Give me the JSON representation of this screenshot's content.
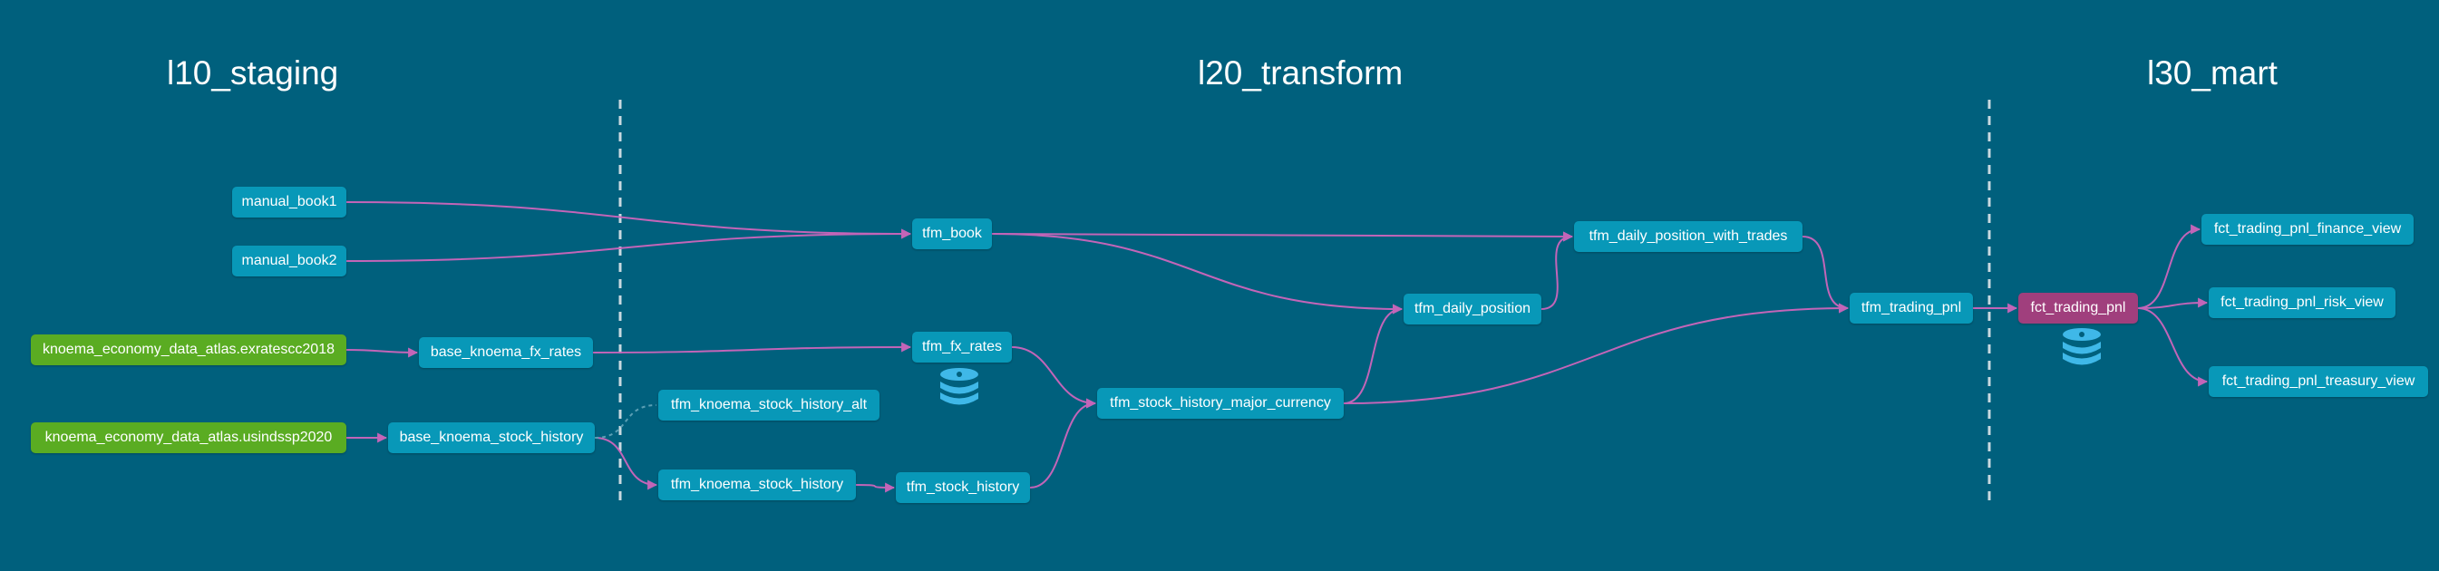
{
  "colors": {
    "background": "#00607d",
    "model_node": "#0898b8",
    "source_node": "#5aac22",
    "mart_node": "#a03f7d",
    "edge": "#c365b8",
    "divider": "#c9d9e0",
    "db_icon": "#3fb8e8",
    "text": "#ffffff"
  },
  "sections": {
    "staging": "l10_staging",
    "transform": "l20_transform",
    "mart": "l30_mart"
  },
  "nodes": {
    "manual_book1": "manual_book1",
    "manual_book2": "manual_book2",
    "exratescc2018": "knoema_economy_data_atlas.exratescc2018",
    "base_knoema_fx_rates": "base_knoema_fx_rates",
    "usindssp2020": "knoema_economy_data_atlas.usindssp2020",
    "base_knoema_stock_history": "base_knoema_stock_history",
    "tfm_book": "tfm_book",
    "tfm_fx_rates": "tfm_fx_rates",
    "tfm_knoema_stock_history_alt": "tfm_knoema_stock_history_alt",
    "tfm_knoema_stock_history": "tfm_knoema_stock_history",
    "tfm_stock_history": "tfm_stock_history",
    "tfm_stock_history_major_currency": "tfm_stock_history_major_currency",
    "tfm_daily_position": "tfm_daily_position",
    "tfm_daily_position_with_trades": "tfm_daily_position_with_trades",
    "tfm_trading_pnl": "tfm_trading_pnl",
    "fct_trading_pnl": "fct_trading_pnl",
    "fct_trading_pnl_finance_view": "fct_trading_pnl_finance_view",
    "fct_trading_pnl_risk_view": "fct_trading_pnl_risk_view",
    "fct_trading_pnl_treasury_view": "fct_trading_pnl_treasury_view"
  },
  "edges": [
    [
      "manual_book1",
      "tfm_book"
    ],
    [
      "manual_book2",
      "tfm_book"
    ],
    [
      "exratescc2018",
      "base_knoema_fx_rates"
    ],
    [
      "base_knoema_fx_rates",
      "tfm_fx_rates"
    ],
    [
      "usindssp2020",
      "base_knoema_stock_history"
    ],
    [
      "base_knoema_stock_history",
      "tfm_knoema_stock_history"
    ],
    [
      "tfm_knoema_stock_history",
      "tfm_stock_history"
    ],
    [
      "tfm_fx_rates",
      "tfm_stock_history_major_currency"
    ],
    [
      "tfm_stock_history",
      "tfm_stock_history_major_currency"
    ],
    [
      "tfm_book",
      "tfm_daily_position"
    ],
    [
      "tfm_stock_history_major_currency",
      "tfm_daily_position"
    ],
    [
      "tfm_book",
      "tfm_daily_position_with_trades"
    ],
    [
      "tfm_daily_position",
      "tfm_daily_position_with_trades"
    ],
    [
      "tfm_daily_position_with_trades",
      "tfm_trading_pnl"
    ],
    [
      "tfm_stock_history_major_currency",
      "tfm_trading_pnl"
    ],
    [
      "tfm_trading_pnl",
      "fct_trading_pnl"
    ],
    [
      "fct_trading_pnl",
      "fct_trading_pnl_finance_view"
    ],
    [
      "fct_trading_pnl",
      "fct_trading_pnl_risk_view"
    ],
    [
      "fct_trading_pnl",
      "fct_trading_pnl_treasury_view"
    ]
  ],
  "disabled_edges": [
    [
      "base_knoema_stock_history",
      "tfm_knoema_stock_history_alt"
    ]
  ],
  "icons": {
    "fx_rates_db": "database-icon",
    "fct_db": "database-icon"
  }
}
